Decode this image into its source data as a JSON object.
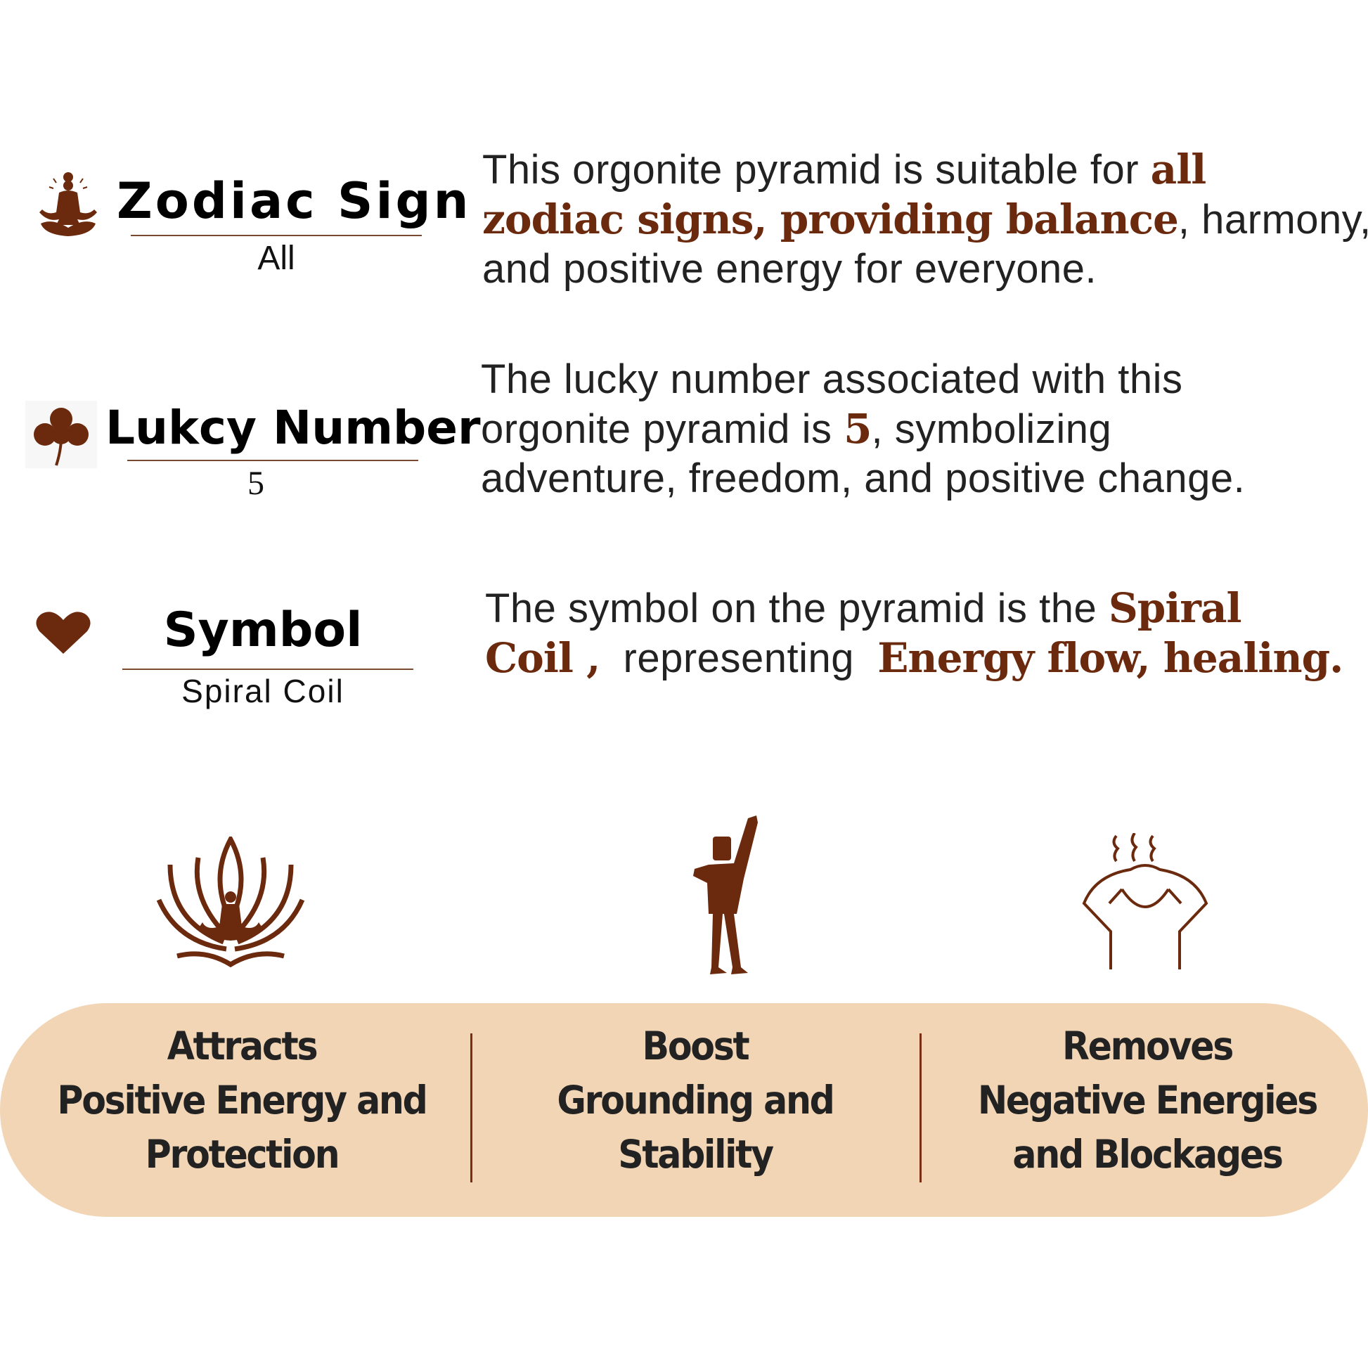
{
  "colors": {
    "accent": "#6b2a0e",
    "pill": "#f2d5b5",
    "text": "#1e1e1e"
  },
  "attributes": [
    {
      "icon": "meditation-icon",
      "title": "Zodiac Sign",
      "value": "All",
      "description": [
        {
          "line": [
            {
              "t": "This orgonite pyramid is suitable for "
            },
            {
              "t": "all",
              "b": true
            }
          ]
        },
        {
          "line": [
            {
              "t": "zodiac signs, providing balance",
              "b": true
            },
            {
              "t": ", harmony,"
            }
          ]
        },
        {
          "line": [
            {
              "t": "and positive energy for everyone."
            }
          ]
        }
      ]
    },
    {
      "icon": "shamrock-icon",
      "title": "Lukcy Number",
      "value": "5",
      "description": [
        {
          "line": [
            {
              "t": "The lucky number associated with this"
            }
          ]
        },
        {
          "line": [
            {
              "t": "orgonite pyramid is "
            },
            {
              "t": "5",
              "b": true
            },
            {
              "t": ", symbolizing"
            }
          ]
        },
        {
          "line": [
            {
              "t": "adventure, freedom, and positive change."
            }
          ]
        }
      ]
    },
    {
      "icon": "heart-icon",
      "title": "Symbol",
      "value": "Spiral Coil",
      "description": [
        {
          "line": [
            {
              "t": "The symbol on the pyramid is the "
            },
            {
              "t": "Spiral",
              "b": true
            }
          ]
        },
        {
          "line": [
            {
              "t": "Coil ,",
              "b": true
            },
            {
              "t": "  representing  "
            },
            {
              "t": "Energy flow, healing.",
              "b": true
            }
          ]
        }
      ]
    }
  ],
  "benefits": [
    {
      "icon": "lotus-meditation-icon",
      "lines": [
        "Attracts",
        "Positive Energy and",
        "Protection"
      ]
    },
    {
      "icon": "raised-fist-person-icon",
      "lines": [
        "Boost",
        "Grounding and",
        "Stability"
      ]
    },
    {
      "icon": "headache-relief-icon",
      "lines": [
        "Removes",
        "Negative Energies",
        "and Blockages"
      ]
    }
  ]
}
